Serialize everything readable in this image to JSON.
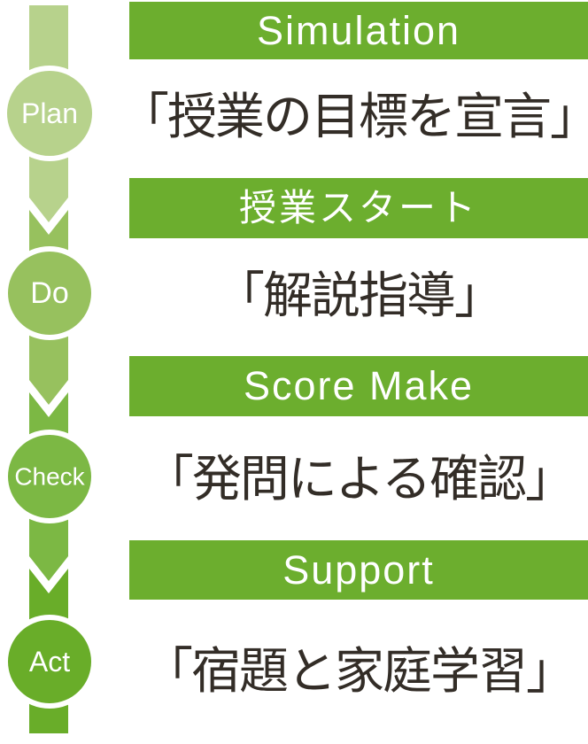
{
  "page": {
    "background": "#ffffff"
  },
  "colors": {
    "header_bar": "#6cae2e",
    "header_text": "#ffffff",
    "body_text": "#332d27",
    "timeline_ring": "#ffffff"
  },
  "timeline": {
    "steps": [
      {
        "label": "Plan",
        "color": "#b7d28c"
      },
      {
        "label": "Do",
        "color": "#97c15e"
      },
      {
        "label": "Check",
        "color": "#7cb844"
      },
      {
        "label": "Act",
        "color": "#69ad29"
      }
    ]
  },
  "sections": [
    {
      "header": "Simulation",
      "body": "「授業の目標を宣言」"
    },
    {
      "header": "授業スタート",
      "body": "「解説指導」"
    },
    {
      "header": "Score Make",
      "body": "「発問による確認」"
    },
    {
      "header": "Support",
      "body": "「宿題と家庭学習」"
    }
  ]
}
